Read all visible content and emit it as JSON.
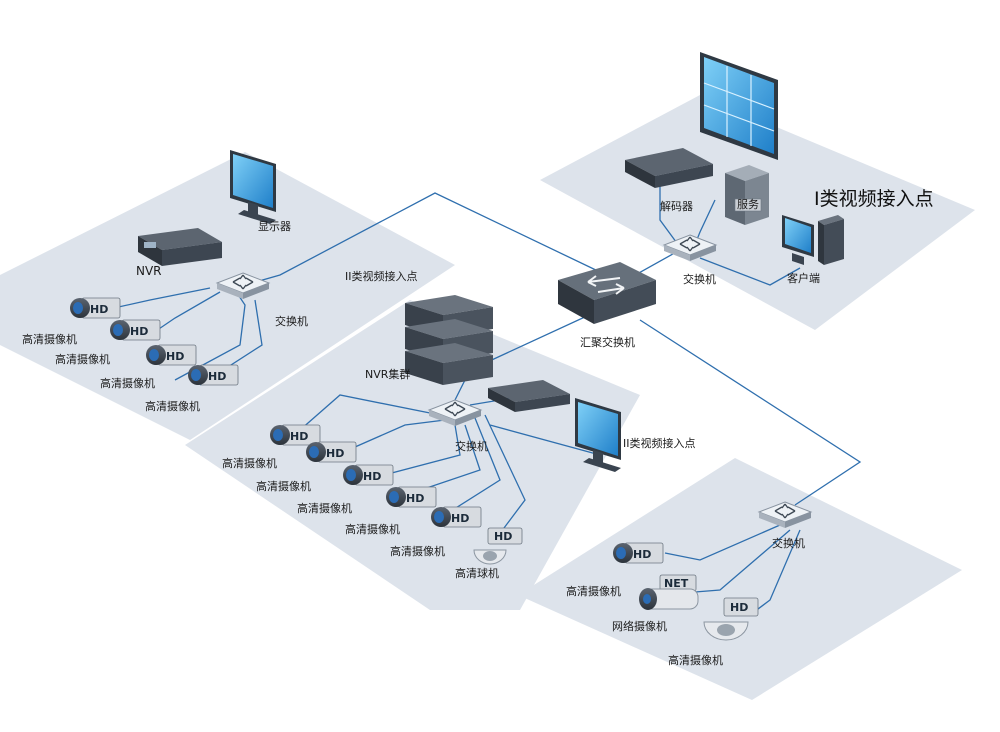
{
  "labels": {
    "display": "显示器",
    "nvr": "NVR",
    "switch": "交换机",
    "hd_camera": "高清摄像机",
    "class2_access": "II类视频接入点",
    "nvr_cluster": "NVR集群",
    "core_switch": "汇聚交换机",
    "decoder": "解码器",
    "server": "服务",
    "class1_access": "I类视频接入点",
    "client": "客户端",
    "hd_dome": "高清球机",
    "net_camera": "网络摄像机"
  },
  "badges": {
    "hd": "HD",
    "net": "NET"
  },
  "colors": {
    "platform": "#dde3eb",
    "link": "#2f6fae",
    "screen": "#2a8fd6",
    "device": "#3a4450"
  }
}
